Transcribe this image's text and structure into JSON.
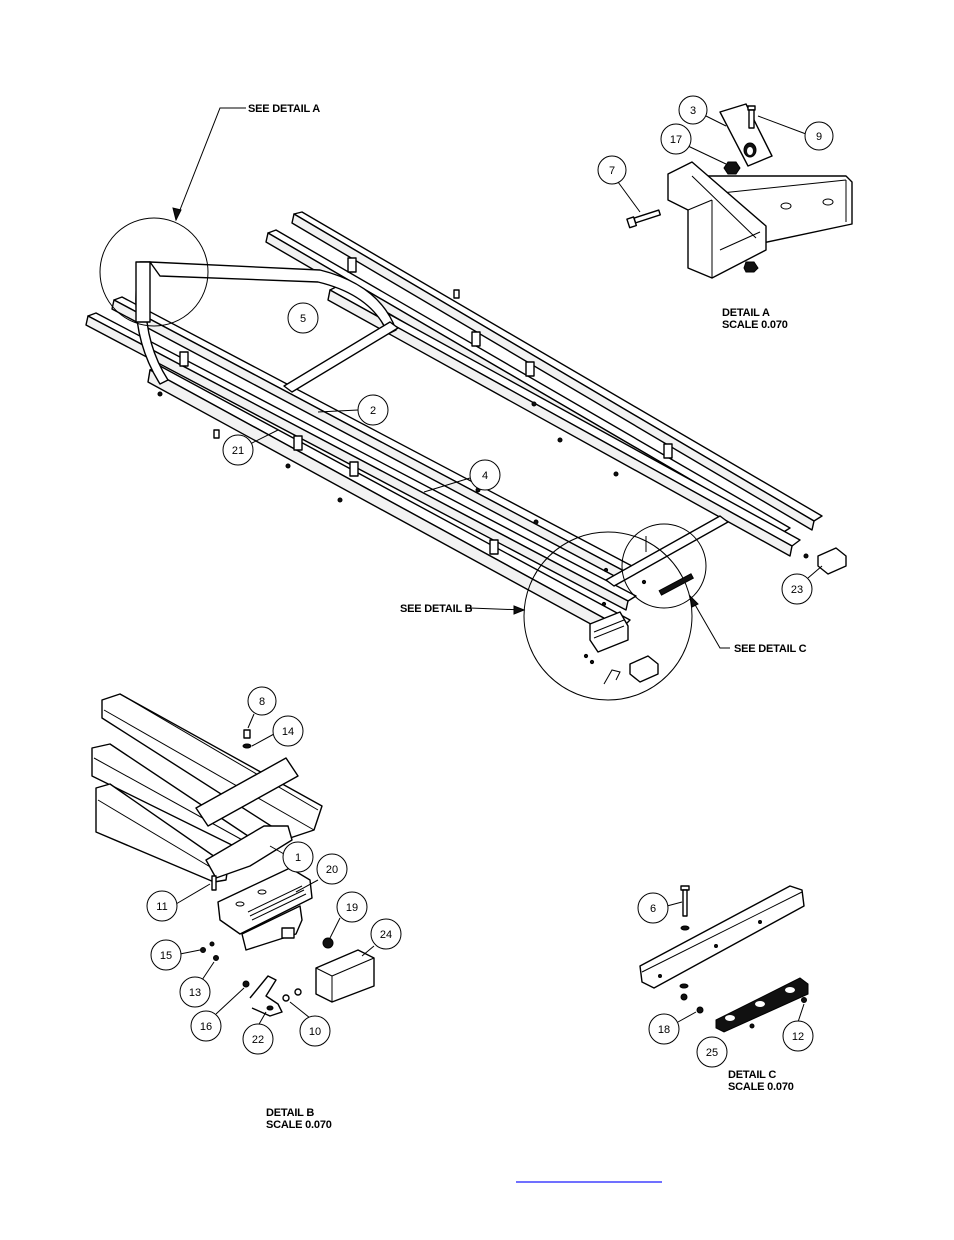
{
  "callouts": {
    "see_detail_a": "SEE DETAIL  A",
    "see_detail_b": "SEE DETAIL  B",
    "see_detail_c": "SEE DETAIL  C"
  },
  "details": {
    "a": {
      "title": "DETAIL  A",
      "scale": "SCALE  0.070"
    },
    "b": {
      "title": "DETAIL  B",
      "scale": "SCALE  0.070"
    },
    "c": {
      "title": "DETAIL  C",
      "scale": "SCALE  0.070"
    }
  },
  "balloons": {
    "main": [
      "5",
      "2",
      "21",
      "4",
      "23"
    ],
    "detail_a": [
      "3",
      "9",
      "17",
      "7"
    ],
    "detail_b": [
      "8",
      "14",
      "1",
      "20",
      "11",
      "19",
      "24",
      "15",
      "13",
      "16",
      "22",
      "10"
    ],
    "detail_c": [
      "6",
      "18",
      "25",
      "12"
    ]
  },
  "footer_link": {
    "text": ""
  },
  "colors": {
    "ink": "#000000",
    "paper": "#ffffff",
    "link": "#1a1aff"
  }
}
